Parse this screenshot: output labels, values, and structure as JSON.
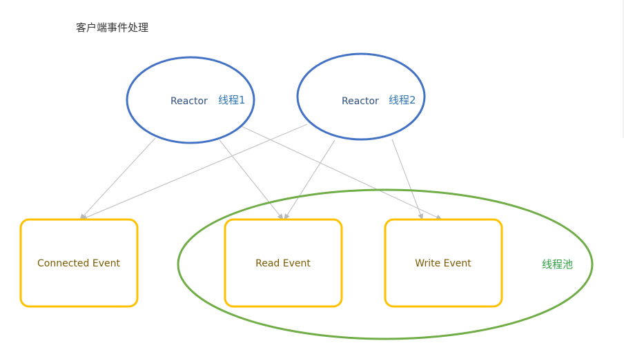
{
  "title": "客户端事件处理",
  "reactors": [
    {
      "id": "reactor1",
      "label": "Reactor",
      "thread": "线程1"
    },
    {
      "id": "reactor2",
      "label": "Reactor",
      "thread": "线程2"
    }
  ],
  "events": {
    "connected": "Connected Event",
    "read": "Read Event",
    "write": "Write Event"
  },
  "pool_label": "线程池",
  "edges": [
    {
      "from": "reactor1",
      "to": "connected"
    },
    {
      "from": "reactor1",
      "to": "read"
    },
    {
      "from": "reactor1",
      "to": "write"
    },
    {
      "from": "reactor2",
      "to": "connected"
    },
    {
      "from": "reactor2",
      "to": "read"
    },
    {
      "from": "reactor2",
      "to": "write"
    }
  ],
  "colors": {
    "reactor_stroke": "#4472c4",
    "event_stroke": "#ffc000",
    "pool_stroke": "#70ad47",
    "edge": "#c4c4c4"
  }
}
